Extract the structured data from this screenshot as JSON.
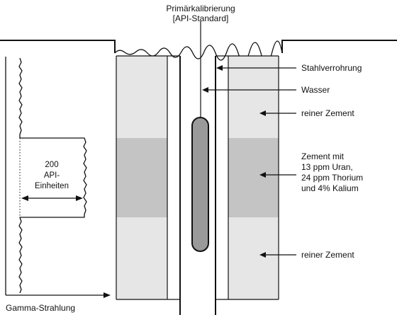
{
  "title": {
    "line1": "Primärkalibrierung",
    "line2": "[API-Standard]"
  },
  "labels": {
    "casing": "Stahlverrohrung",
    "water": "Wasser",
    "cement_top": "reiner Zement",
    "cement_doped_lines": [
      "Zement mit",
      "13 ppm Uran,",
      "24 ppm Thorium",
      "und 4% Kalium"
    ],
    "cement_bottom": "reiner Zement"
  },
  "log": {
    "scale_lines": [
      "200",
      "API-",
      "Einheiten"
    ],
    "axis_label": "Gamma-Strahlung"
  },
  "colors": {
    "pure_cement": "#e6e6e6",
    "doped_cement": "#c4c4c4",
    "probe": "#9a9a9a",
    "line": "#111111"
  }
}
